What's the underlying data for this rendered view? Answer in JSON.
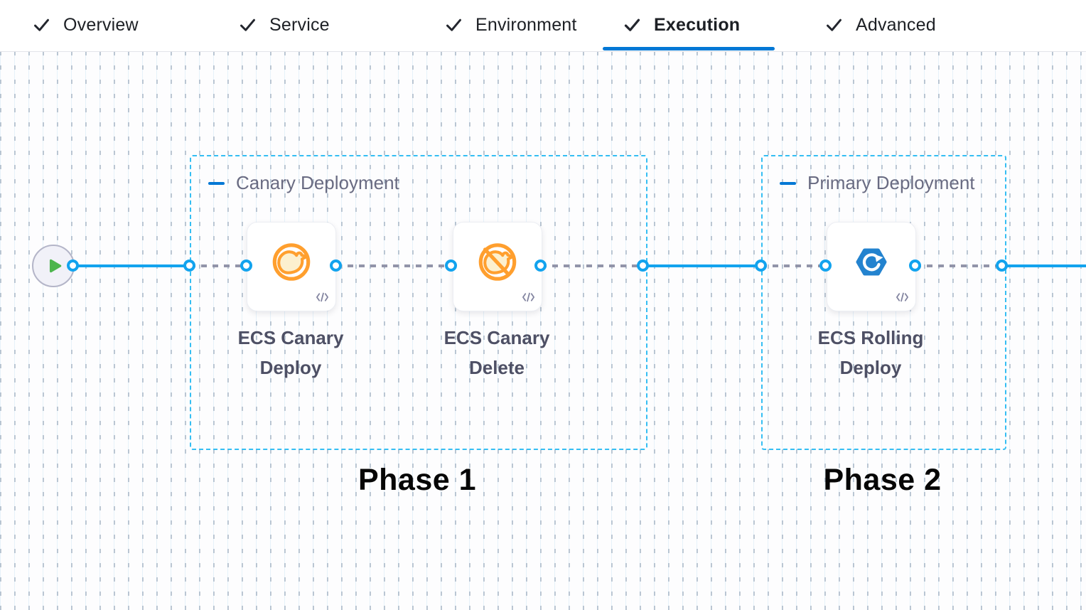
{
  "tabs": [
    {
      "label": "Overview",
      "checked": true
    },
    {
      "label": "Service",
      "checked": true
    },
    {
      "label": "Environment",
      "checked": true
    },
    {
      "label": "Execution",
      "checked": true
    },
    {
      "label": "Advanced",
      "checked": true
    }
  ],
  "active_tab": "Execution",
  "canvas": {
    "start_node_icon": "play-icon",
    "groups": [
      {
        "label": "Canary Deployment",
        "phase": "Phase 1",
        "steps": [
          {
            "name": "ECS Canary Deploy",
            "icon": "canary-deploy-icon",
            "badge_icon": "code-icon"
          },
          {
            "name": "ECS Canary Delete",
            "icon": "canary-delete-icon",
            "badge_icon": "code-icon"
          }
        ]
      },
      {
        "label": "Primary Deployment",
        "phase": "Phase 2",
        "steps": [
          {
            "name": "ECS Rolling Deploy",
            "icon": "ecs-rolling-deploy-icon",
            "badge_icon": "code-icon"
          }
        ]
      }
    ]
  },
  "colors": {
    "accent-blue": "#0278d5",
    "connector-blue": "#12a3ee",
    "group-border": "#35bef3",
    "dashed-gray": "#9294a9",
    "canary-orange": "#ff9f2e",
    "canary-fill": "#fcf0cf",
    "ecs-blue": "#2383cf",
    "play-green": "#4db54d",
    "tab-text": "#1d2025",
    "group-label": "#696b82",
    "step-label": "#4e5065",
    "phase-text": "#060606"
  }
}
